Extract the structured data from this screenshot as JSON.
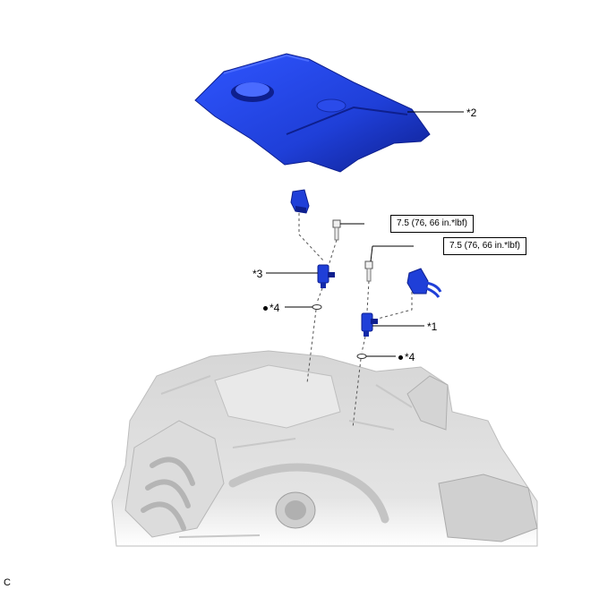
{
  "callouts": {
    "engine_cover": "*2",
    "sensor_left": "*3",
    "sensor_right": "*1",
    "oring_left": "*4",
    "oring_right": "*4"
  },
  "torque": {
    "bolt_left": "7.5 (76, 66 in.*lbf)",
    "bolt_right": "7.5 (76, 66 in.*lbf)"
  },
  "corner_code": "C",
  "colors": {
    "part_blue": "#1f3fd8",
    "part_blue_dark": "#0e1f8e",
    "engine_gray": "#d9d9d9",
    "line": "#000000"
  }
}
